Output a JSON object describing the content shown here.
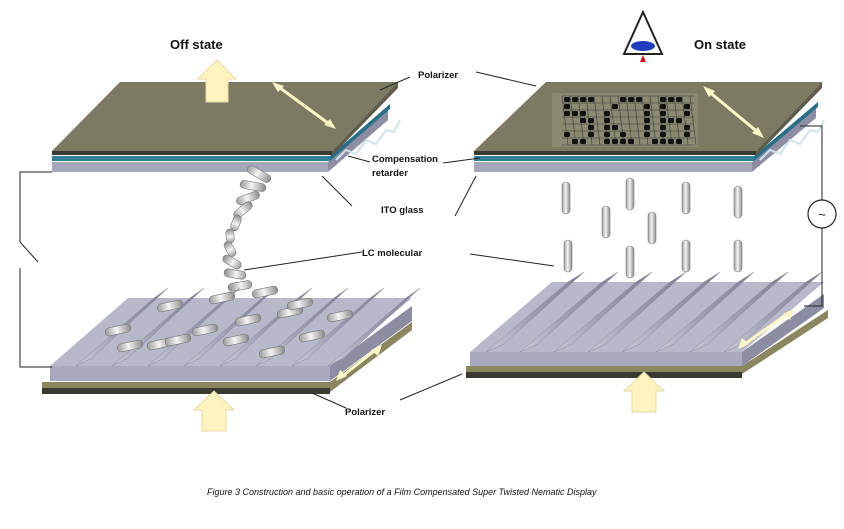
{
  "titles": {
    "off_state": "Off state",
    "on_state": "On state"
  },
  "labels": {
    "polarizer_top": "Polarizer",
    "compensation_line1": "Compensation",
    "compensation_line2": "retarder",
    "ito_glass": "ITO glass",
    "lc_molecular": "LC molecular",
    "polarizer_bottom": "Polarizer",
    "ac_source": "~"
  },
  "caption": "Figure 3   Construction and basic operation of a Film Compensated Super Twisted Nematic Display",
  "colors": {
    "polarizer_top": "#7d7a63",
    "polarizer_bottom": "#8a8660",
    "compensation_film": "#2f7f9a",
    "glass": "#a9a9bd",
    "glass_dark": "#8c8ca3",
    "arrow_fill": "#fff3c0",
    "arrow_stroke": "#e0d49a",
    "eye_blue": "#1f3fbf",
    "eye_red": "#d01010",
    "wire": "#222222"
  },
  "icons": {
    "light_arrow": "up-arrow-icon",
    "viewer": "eye-icon",
    "ac_source": "tilde-circle-icon"
  }
}
